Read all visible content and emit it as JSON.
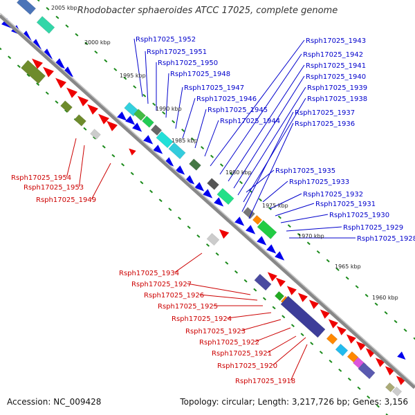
{
  "title": "Rhodobacter sphaeroides ATCC 17025, complete genome",
  "footer": {
    "accession": "Accession: NC_009428",
    "summary": "Topology: circular; Length: 3,217,726 bp; Genes: 3,156"
  },
  "colors": {
    "axis": "#888888",
    "forward_label": "#0000cc",
    "reverse_label": "#cc0000",
    "forward_gene": "#0000ee",
    "reverse_gene": "#ee0000",
    "tick": "#1a8a1a"
  },
  "kbp_marks": [
    "2005 kbp",
    "2000 kbp",
    "1995 kbp",
    "1990 kbp",
    "1985 kbp",
    "1980 kbp",
    "1975 kbp",
    "1970 kbp",
    "1965 kbp",
    "1960 kbp"
  ],
  "forward_labels": [
    "Rsph17025_1952",
    "Rsph17025_1951",
    "Rsph17025_1950",
    "Rsph17025_1948",
    "Rsph17025_1947",
    "Rsph17025_1946",
    "Rsph17025_1945",
    "Rsph17025_1944",
    "Rsph17025_1943",
    "Rsph17025_1942",
    "Rsph17025_1941",
    "Rsph17025_1940",
    "Rsph17025_1939",
    "Rsph17025_1938",
    "Rsph17025_1937",
    "Rsph17025_1936",
    "Rsph17025_1935",
    "Rsph17025_1933",
    "Rsph17025_1932",
    "Rsph17025_1931",
    "Rsph17025_1930",
    "Rsph17025_1929",
    "Rsph17025_1928"
  ],
  "reverse_labels": [
    "Rsph17025_1954",
    "Rsph17025_1953",
    "Rsph17025_1949",
    "Rsph17025_1934",
    "Rsph17025_1927",
    "Rsph17025_1926",
    "Rsph17025_1925",
    "Rsph17025_1924",
    "Rsph17025_1923",
    "Rsph17025_1922",
    "Rsph17025_1921",
    "Rsph17025_1920",
    "Rsph17025_1918"
  ]
}
